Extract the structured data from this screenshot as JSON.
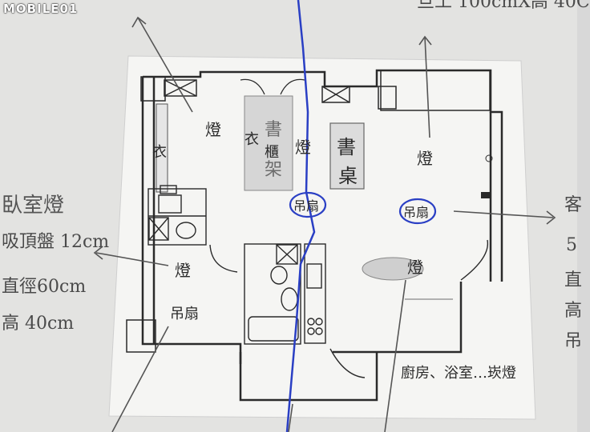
{
  "watermark": "MOBILE01",
  "top_edge_text": "旦工 100cmX高 40C",
  "bedroom_note": {
    "title": "臥室燈",
    "line1": "吸頂盤 12cm",
    "line2": "直徑60cm",
    "line3": "高 40cm"
  },
  "right_edge_note": {
    "line1": "客",
    "line2": "5",
    "line3": "直",
    "line4": "高",
    "line5": "吊"
  },
  "plan_labels": {
    "lamp_bedroom_top": "燈",
    "closet_left": "衣",
    "closet_mid_1": "衣",
    "closet_mid_2": "櫃",
    "book_1": "書",
    "book_2": "架",
    "lamp_center": "燈",
    "desk_1": "書",
    "desk_2": "桌",
    "lamp_living_top": "燈",
    "fan_bedroom": "吊扇",
    "fan_living": "吊扇",
    "lamp_living_low": "燈",
    "lamp_bedroom_low": "燈",
    "fan_bottom_left": "吊扇"
  },
  "bottom_note": "廚房、浴室…崁燈",
  "colors": {
    "background": "#d8d8d8",
    "paper": "#f4f4f2",
    "ink": "#2a2a2a",
    "blue_pen": "#2a3fc4",
    "pencil": "#7a7a7a"
  }
}
